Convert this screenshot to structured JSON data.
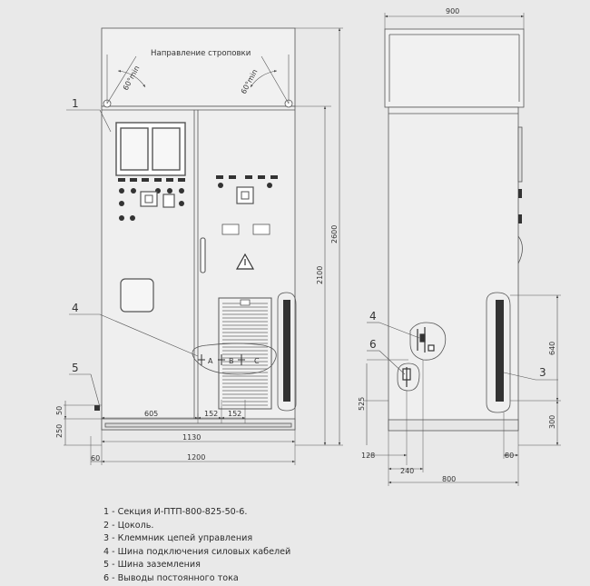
{
  "annotations": {
    "lifting_direction": "Направление строповки",
    "angle_left": "60°min",
    "angle_right": "60°min",
    "phase_a": "A",
    "phase_b": "B",
    "phase_c": "C"
  },
  "callouts": [
    "1",
    "4",
    "5",
    "4",
    "6",
    "3"
  ],
  "dimensions": {
    "front": {
      "height_total": "2600",
      "height_body": "2100",
      "left_50": "50",
      "left_250": "250",
      "bottom_605": "605",
      "bottom_152a": "152",
      "bottom_152b": "152",
      "bottom_1130": "1130",
      "bottom_60": "60",
      "bottom_1200": "1200"
    },
    "side": {
      "top_900": "900",
      "right_640": "640",
      "right_300": "300",
      "left_525": "525",
      "bottom_128": "128",
      "bottom_80": "80",
      "bottom_240": "240",
      "bottom_800": "800"
    }
  },
  "legend": [
    "1 - Секция И-ПТП-800-825-50-6.",
    "2 - Цоколь.",
    "3 - Клеммник цепей управления",
    "4 - Шина подключения силовых кабелей",
    "5 - Шина заземления",
    "6 - Выводы постоянного тока"
  ]
}
